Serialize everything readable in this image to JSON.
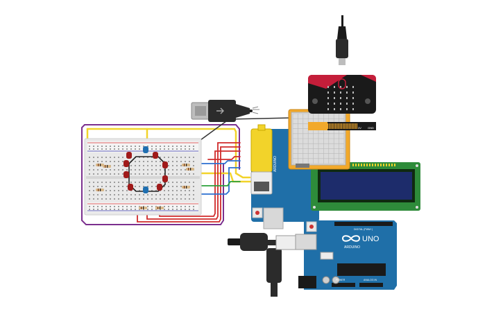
{
  "arduino_top": {
    "brand_label": "ARDUINO"
  },
  "arduino_uno": {
    "model_label": "UNO",
    "brand_label": "ARDUINO",
    "digital_label": "DIGITAL (PWM~)",
    "power_label": "POWER",
    "analog_label": "ANALOG IN"
  },
  "microbit": {
    "pin_0": "0",
    "pin_1": "1",
    "pin_2": "2",
    "pin_3v": "3V",
    "pin_gnd": "GND"
  },
  "colors": {
    "board_blue": "#1f6fa8",
    "breadboard": "#e9e9e9",
    "microbit_red": "#c41e3a",
    "microbit_black": "#1a1a1a",
    "lcd_green": "#2e8b3a",
    "lcd_screen": "#1d2c6b",
    "sensor_gold": "#f2a92b",
    "wire_yellow": "#f2d32a",
    "wire_purple": "#7b2f8e",
    "wire_red": "#d02a2a",
    "wire_blue": "#2a6fd0",
    "wire_green": "#2aa03a",
    "led_red": "#a01a1a",
    "led_blue": "#1f6fb0"
  },
  "icons": [
    "usb-cable-icon",
    "dc-power-plug-icon",
    "microbit-usb-cable-icon"
  ]
}
